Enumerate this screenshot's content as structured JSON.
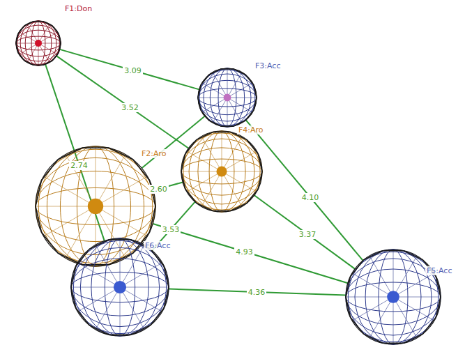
{
  "diagram": {
    "nodes": [
      {
        "text": [
          "F1:Don"
        ]
      },
      {
        "text": [
          "F3:Acc"
        ]
      },
      {
        "text": [
          "F4:Aro"
        ]
      },
      {
        "text": [
          "F2:Aro"
        ]
      },
      {
        "text": [
          "F6:Acc"
        ]
      },
      {
        "text": [
          "F5:Acc"
        ]
      }
    ],
    "edges": [
      {
        "from": 0,
        "to": 1,
        "label": "3.09",
        "arrow": "none"
      },
      {
        "from": 0,
        "to": 2,
        "label": "3.52",
        "arrow": "none"
      },
      {
        "from": 0,
        "to": 4,
        "label": "2.74",
        "arrow": "none"
      },
      {
        "from": 1,
        "to": 3,
        "arrow": "none"
      },
      {
        "from": 3,
        "to": 2,
        "label": "2.60",
        "arrow": "none"
      },
      {
        "from": 1,
        "to": 5,
        "label": "4.10",
        "arrow": "none"
      },
      {
        "from": 2,
        "to": 5,
        "label": "3.37",
        "arrow": "none"
      },
      {
        "from": 3,
        "to": 5,
        "label": "4.93",
        "arrow": "none"
      },
      {
        "from": 2,
        "to": 4,
        "label": "3.53",
        "arrow": "none"
      },
      {
        "from": 4,
        "to": 5,
        "label": "4.36",
        "arrow": "none"
      }
    ]
  }
}
